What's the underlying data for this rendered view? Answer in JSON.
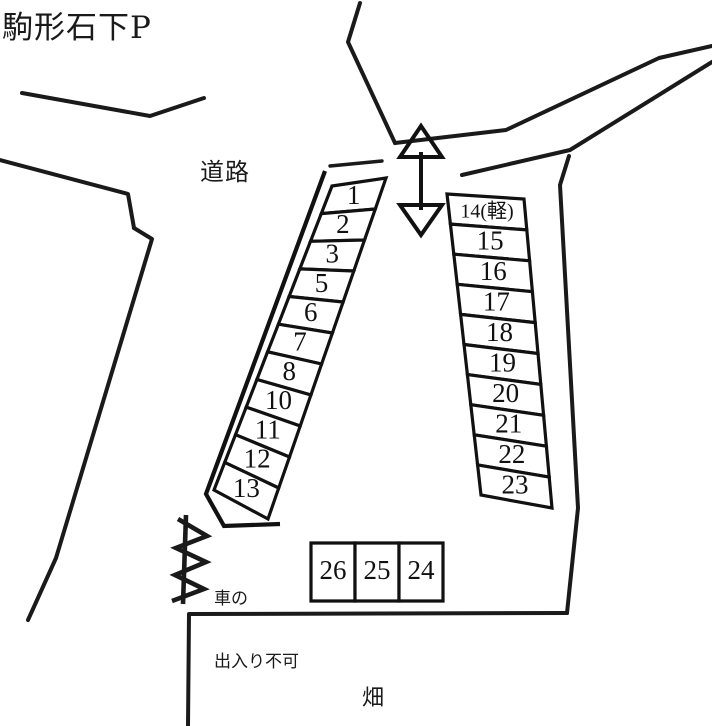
{
  "title": "駒形石下P",
  "labels": {
    "road": "道路",
    "field": "畑",
    "no_vehicle_access_line1": "車の",
    "no_vehicle_access_line2": "出入り不可"
  },
  "icons": {
    "entrance_arrow": "double-arrow-vertical-icon",
    "no_access_hatch": "zigzag-barrier-icon"
  },
  "colors": {
    "ink": "#1a1a1a",
    "stall_fill": "#ffffff",
    "background": "#ffffff"
  },
  "parking": {
    "left_column": {
      "name": "west-row",
      "stalls": [
        {
          "label": "1"
        },
        {
          "label": "2"
        },
        {
          "label": "3"
        },
        {
          "label": "5"
        },
        {
          "label": "6"
        },
        {
          "label": "7"
        },
        {
          "label": "8"
        },
        {
          "label": "10"
        },
        {
          "label": "11"
        },
        {
          "label": "12"
        },
        {
          "label": "13"
        }
      ]
    },
    "right_column": {
      "name": "east-row",
      "stalls": [
        {
          "label": "14(軽)",
          "kei": true
        },
        {
          "label": "15"
        },
        {
          "label": "16"
        },
        {
          "label": "17"
        },
        {
          "label": "18"
        },
        {
          "label": "19"
        },
        {
          "label": "20"
        },
        {
          "label": "21"
        },
        {
          "label": "22"
        },
        {
          "label": "23"
        }
      ]
    },
    "bottom_row": {
      "name": "south-row",
      "stalls": [
        {
          "label": "26"
        },
        {
          "label": "25"
        },
        {
          "label": "24"
        }
      ]
    }
  }
}
